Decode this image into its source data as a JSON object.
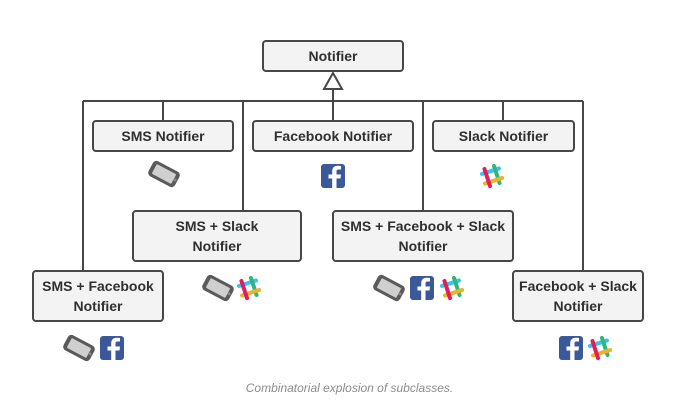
{
  "diagram": {
    "root": {
      "label": "Notifier"
    },
    "classes": [
      {
        "id": "sms",
        "lines": [
          "SMS Notifier"
        ],
        "icons": [
          "phone-icon"
        ]
      },
      {
        "id": "facebook",
        "lines": [
          "Facebook Notifier"
        ],
        "icons": [
          "facebook-icon"
        ]
      },
      {
        "id": "slack",
        "lines": [
          "Slack Notifier"
        ],
        "icons": [
          "slack-icon"
        ]
      },
      {
        "id": "sms-slack",
        "lines": [
          "SMS + Slack",
          "Notifier"
        ],
        "icons": [
          "phone-icon",
          "slack-icon"
        ]
      },
      {
        "id": "sms-facebook-slack",
        "lines": [
          "SMS + Facebook + Slack",
          "Notifier"
        ],
        "icons": [
          "phone-icon",
          "facebook-icon",
          "slack-icon"
        ]
      },
      {
        "id": "sms-facebook",
        "lines": [
          "SMS + Facebook",
          "Notifier"
        ],
        "icons": [
          "phone-icon",
          "facebook-icon"
        ]
      },
      {
        "id": "facebook-slack",
        "lines": [
          "Facebook + Slack",
          "Notifier"
        ],
        "icons": [
          "facebook-icon",
          "slack-icon"
        ]
      }
    ],
    "colors": {
      "box_fill": "#f3f3f3",
      "box_stroke": "#474747",
      "facebook": "#3b5998",
      "slack_teal": "#36c5f0",
      "slack_green": "#2eb67d",
      "slack_yellow": "#ecb22e",
      "slack_red": "#e01e5a"
    }
  },
  "caption": "Combinatorial explosion of subclasses."
}
